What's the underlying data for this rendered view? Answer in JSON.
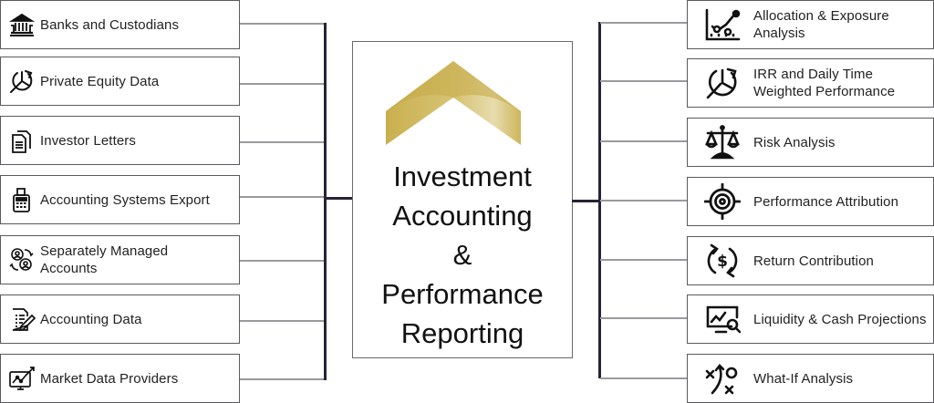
{
  "center": {
    "title_lines": [
      "Investment",
      "Accounting",
      "&",
      "Performance",
      "Reporting"
    ],
    "logo": "gold-chevron-logo",
    "accent_color": "#c9b25a"
  },
  "inputs": [
    {
      "label": "Banks and Custodians",
      "icon": "bank-icon"
    },
    {
      "label": "Private Equity Data",
      "icon": "pie-chart-arrow-icon"
    },
    {
      "label": "Investor Letters",
      "icon": "documents-icon"
    },
    {
      "label": "Accounting Systems Export",
      "icon": "calculator-printer-icon"
    },
    {
      "label": "Separately Managed Accounts",
      "icon": "user-exchange-icon"
    },
    {
      "label": "Accounting Data",
      "icon": "document-pencil-icon"
    },
    {
      "label": "Market Data Providers",
      "icon": "monitor-chart-icon"
    }
  ],
  "outputs": [
    {
      "label": "Allocation & Exposure Analysis",
      "icon": "line-chart-icon"
    },
    {
      "label": "IRR and Daily Time Weighted Performance",
      "icon": "pie-chart-arrow-icon"
    },
    {
      "label": "Risk Analysis",
      "icon": "balance-scale-icon"
    },
    {
      "label": "Performance Attribution",
      "icon": "target-icon"
    },
    {
      "label": "Return Contribution",
      "icon": "dollar-cycle-icon"
    },
    {
      "label": "Liquidity & Cash Projections",
      "icon": "monitor-search-icon"
    },
    {
      "label": "What-If Analysis",
      "icon": "strategy-play-icon"
    }
  ]
}
